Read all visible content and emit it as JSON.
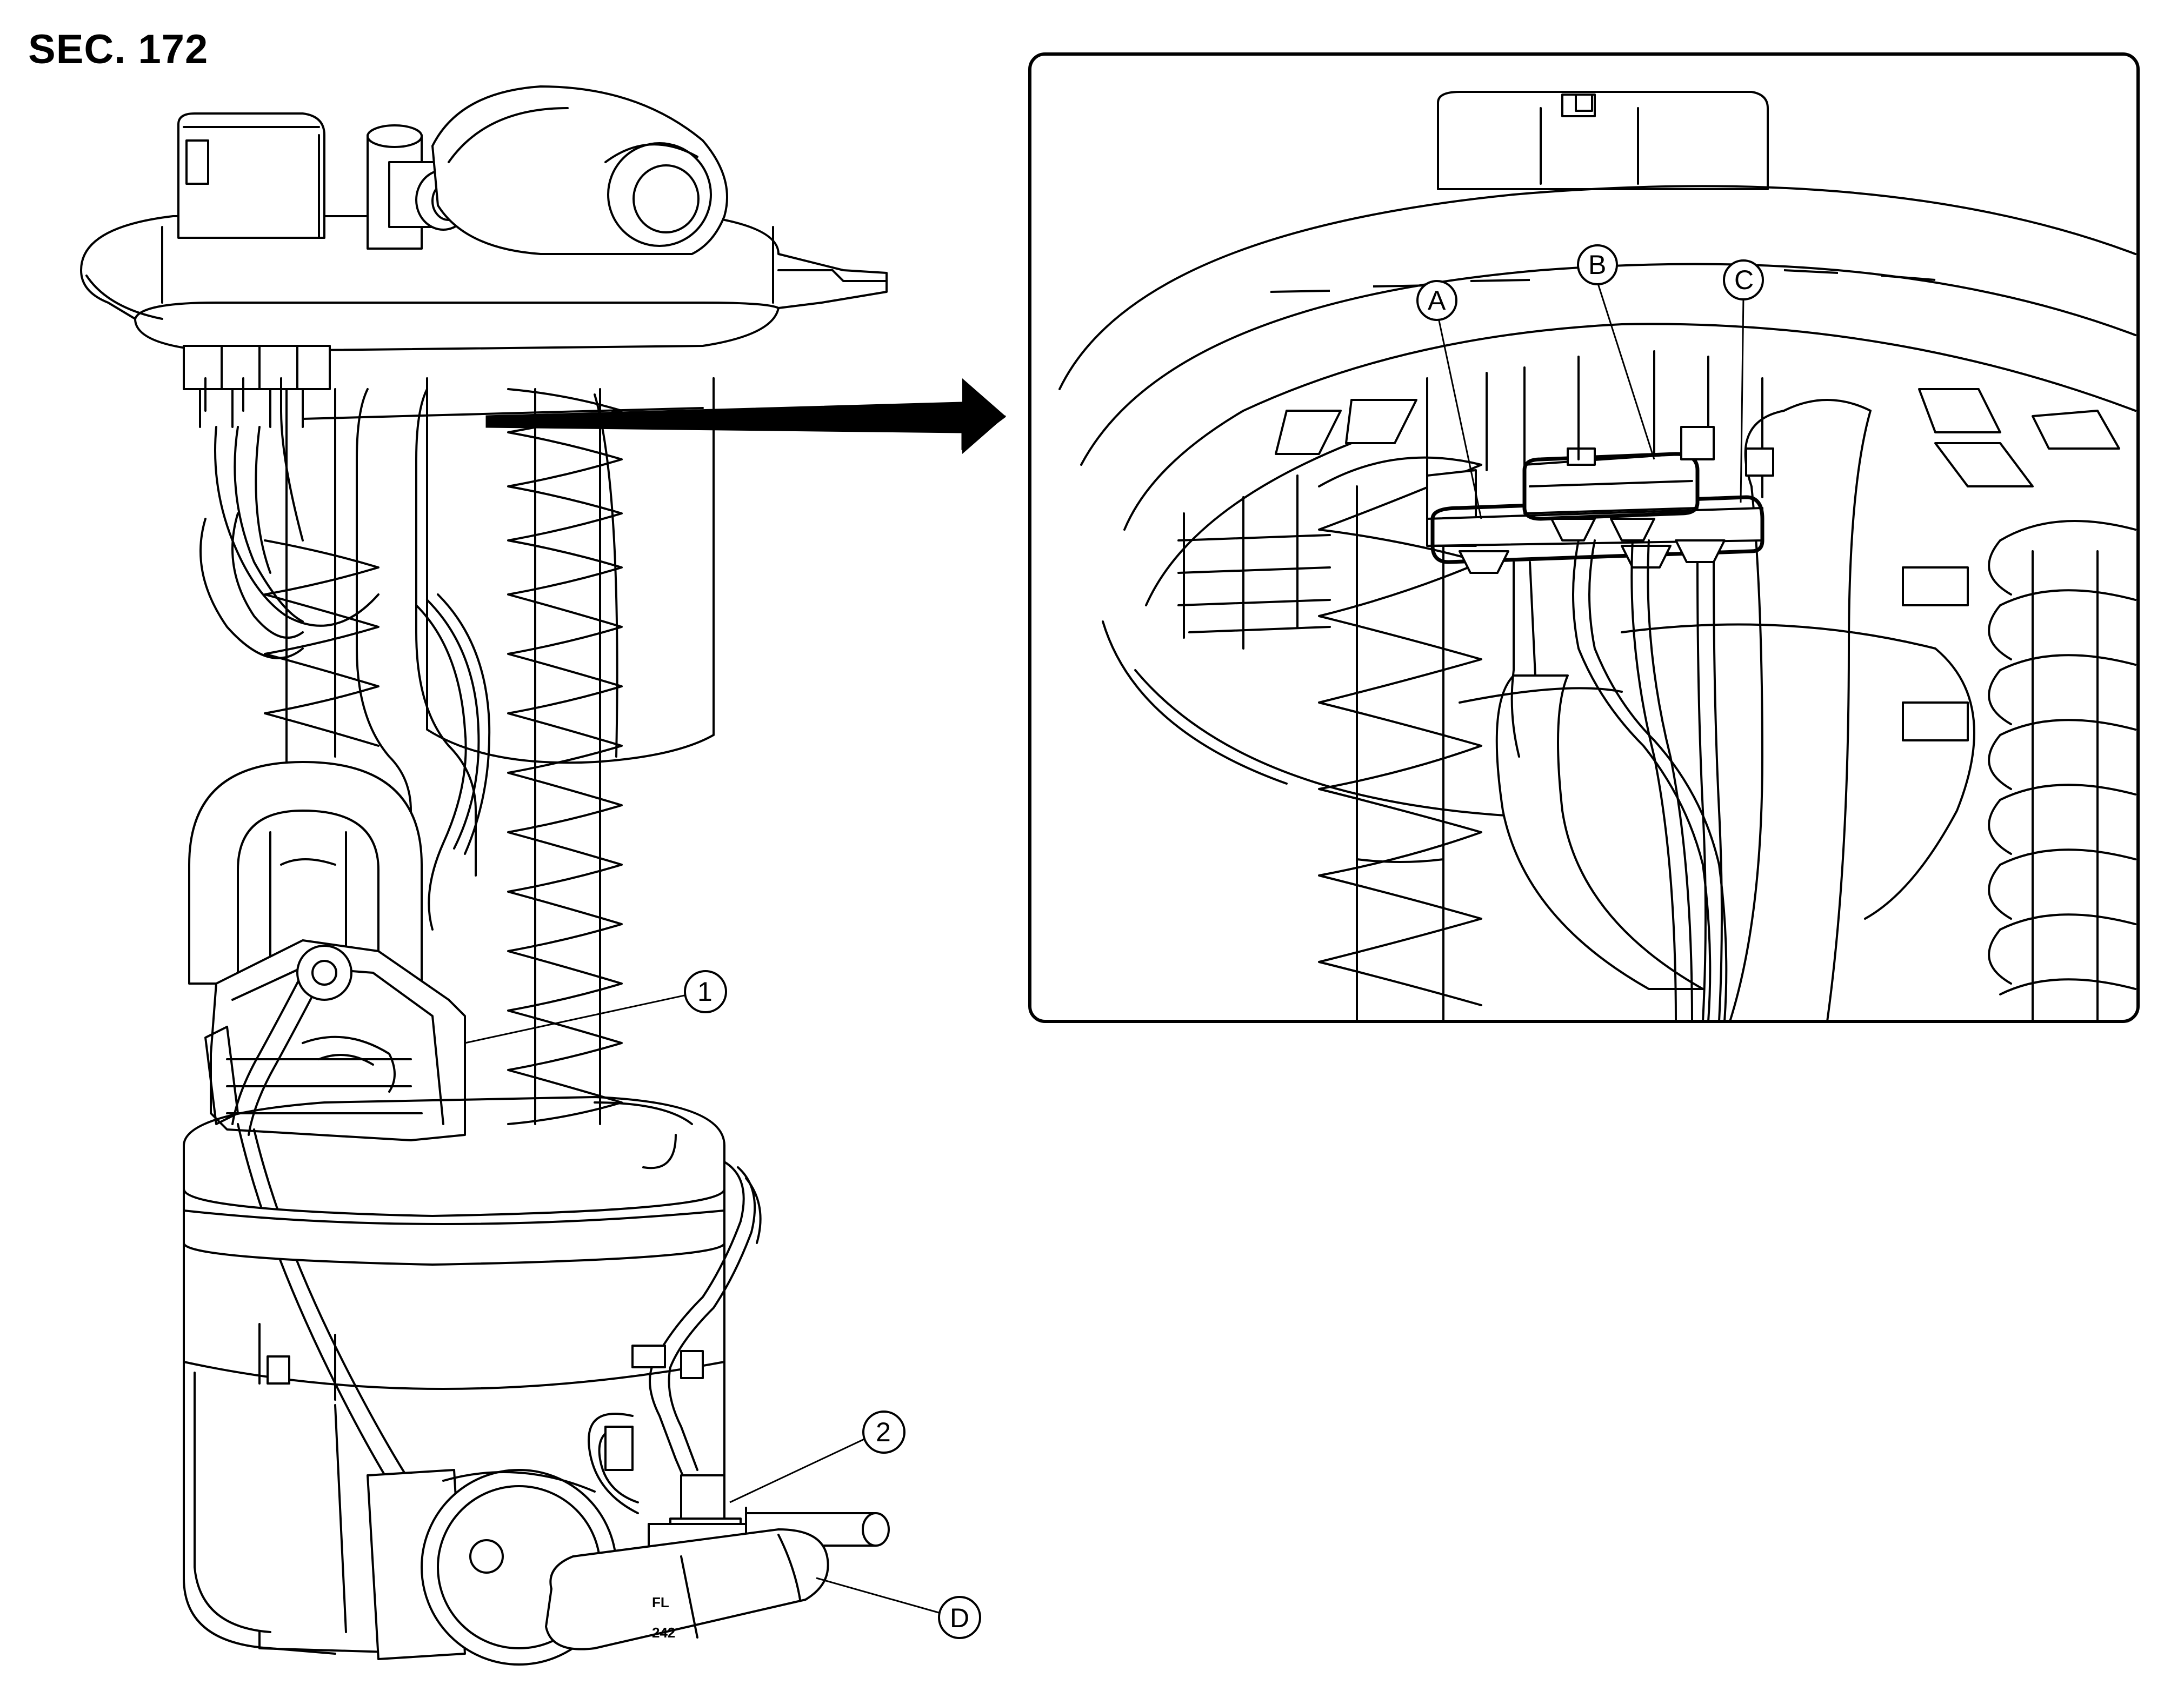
{
  "section": "SEC. 172",
  "callouts": {
    "c1": "1",
    "c2": "2",
    "cA": "A",
    "cB": "B",
    "cC": "C",
    "cD": "D"
  },
  "float_marks": {
    "top": "FL",
    "bottom": "242"
  }
}
